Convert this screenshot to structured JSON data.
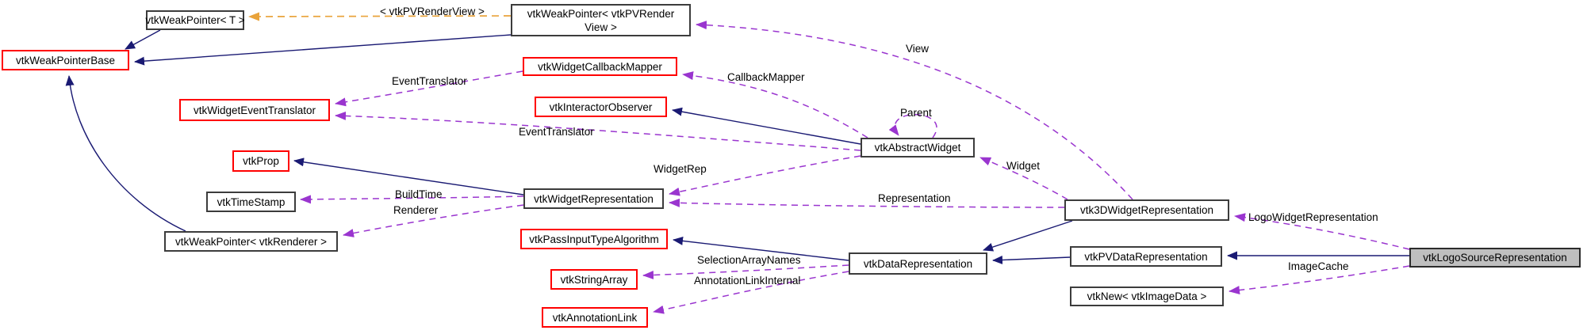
{
  "diagram": {
    "kind": "class collaboration diagram",
    "focus_class": "vtkLogoSourceRepresentation"
  },
  "colors": {
    "inheritance_edge": "#1a1a73",
    "usage_edge": "#9a35cf",
    "template_edge": "#e9a33b",
    "node_border": "#3c3c3c",
    "truncated_node_border": "#ff0000",
    "focus_node_background": "#bfbfbf",
    "node_background": "#ffffff",
    "label_text": "#000000"
  },
  "nodes": {
    "wpT": {
      "label": "vtkWeakPointer< T >"
    },
    "wpPVRV": {
      "line1": "vtkWeakPointer< vtkPVRender",
      "line2": "View >"
    },
    "wpBase": {
      "label": "vtkWeakPointerBase"
    },
    "wet": {
      "label": "vtkWidgetEventTranslator"
    },
    "wcm": {
      "label": "vtkWidgetCallbackMapper"
    },
    "io": {
      "label": "vtkInteractorObserver"
    },
    "prop": {
      "label": "vtkProp"
    },
    "ts": {
      "label": "vtkTimeStamp"
    },
    "wpRen": {
      "label": "vtkWeakPointer< vtkRenderer >"
    },
    "wrep": {
      "label": "vtkWidgetRepresentation"
    },
    "pita": {
      "label": "vtkPassInputTypeAlgorithm"
    },
    "sa": {
      "label": "vtkStringArray"
    },
    "al": {
      "label": "vtkAnnotationLink"
    },
    "aw": {
      "label": "vtkAbstractWidget"
    },
    "drep": {
      "label": "vtkDataRepresentation"
    },
    "w3d": {
      "label": "vtk3DWidgetRepresentation"
    },
    "pvdrep": {
      "label": "vtkPVDataRepresentation"
    },
    "vnew": {
      "label": "vtkNew< vtkImageData >"
    },
    "logo": {
      "label": "vtkLogoSourceRepresentation"
    }
  },
  "edge_labels": {
    "template_instance": "< vtkPVRenderView >",
    "view": "View",
    "callback_mapper": "CallbackMapper",
    "event_translator_1": "EventTranslator",
    "event_translator_2": "EventTranslator",
    "parent": "Parent",
    "widget": "Widget",
    "widget_rep": "WidgetRep",
    "representation": "Representation",
    "build_time": "BuildTime",
    "renderer": "Renderer",
    "selection_array_names": "SelectionArrayNames",
    "annotation_link_internal": "AnnotationLinkInternal",
    "logo_widget_representation": "LogoWidgetRepresentation",
    "image_cache": "ImageCache"
  },
  "edges": [
    {
      "from": "vtkWeakPointer< T >",
      "to": "vtkWeakPointerBase",
      "type": "inheritance"
    },
    {
      "from": "vtkWeakPointer< vtkPVRenderView >",
      "to": "vtkWeakPointerBase",
      "type": "inheritance"
    },
    {
      "from": "vtkWeakPointer< vtkRenderer >",
      "to": "vtkWeakPointerBase",
      "type": "inheritance"
    },
    {
      "from": "vtkWeakPointer< vtkPVRenderView >",
      "to": "vtkWeakPointer< T >",
      "type": "template-instance",
      "label": "< vtkPVRenderView >"
    },
    {
      "from": "vtkAbstractWidget",
      "to": "vtkInteractorObserver",
      "type": "inheritance"
    },
    {
      "from": "vtkWidgetRepresentation",
      "to": "vtkProp",
      "type": "inheritance"
    },
    {
      "from": "vtkDataRepresentation",
      "to": "vtkPassInputTypeAlgorithm",
      "type": "inheritance"
    },
    {
      "from": "vtk3DWidgetRepresentation",
      "to": "vtkDataRepresentation",
      "type": "inheritance"
    },
    {
      "from": "vtkPVDataRepresentation",
      "to": "vtkDataRepresentation",
      "type": "inheritance"
    },
    {
      "from": "vtkLogoSourceRepresentation",
      "to": "vtkPVDataRepresentation",
      "type": "inheritance"
    },
    {
      "from": "vtk3DWidgetRepresentation",
      "to": "vtkWeakPointer< vtkPVRenderView >",
      "type": "usage",
      "label": "View"
    },
    {
      "from": "vtkAbstractWidget",
      "to": "vtkWidgetCallbackMapper",
      "type": "usage",
      "label": "CallbackMapper"
    },
    {
      "from": "vtkWidgetCallbackMapper",
      "to": "vtkWidgetEventTranslator",
      "type": "usage",
      "label": "EventTranslator"
    },
    {
      "from": "vtkAbstractWidget",
      "to": "vtkWidgetEventTranslator",
      "type": "usage",
      "label": "EventTranslator"
    },
    {
      "from": "vtkAbstractWidget",
      "to": "vtkAbstractWidget",
      "type": "usage",
      "label": "Parent"
    },
    {
      "from": "vtk3DWidgetRepresentation",
      "to": "vtkAbstractWidget",
      "type": "usage",
      "label": "Widget"
    },
    {
      "from": "vtkAbstractWidget",
      "to": "vtkWidgetRepresentation",
      "type": "usage",
      "label": "WidgetRep"
    },
    {
      "from": "vtk3DWidgetRepresentation",
      "to": "vtkWidgetRepresentation",
      "type": "usage",
      "label": "Representation"
    },
    {
      "from": "vtkWidgetRepresentation",
      "to": "vtkTimeStamp",
      "type": "usage",
      "label": "BuildTime"
    },
    {
      "from": "vtkWidgetRepresentation",
      "to": "vtkWeakPointer< vtkRenderer >",
      "type": "usage",
      "label": "Renderer"
    },
    {
      "from": "vtkDataRepresentation",
      "to": "vtkStringArray",
      "type": "usage",
      "label": "SelectionArrayNames"
    },
    {
      "from": "vtkDataRepresentation",
      "to": "vtkAnnotationLink",
      "type": "usage",
      "label": "AnnotationLinkInternal"
    },
    {
      "from": "vtkLogoSourceRepresentation",
      "to": "vtk3DWidgetRepresentation",
      "type": "usage",
      "label": "LogoWidgetRepresentation"
    },
    {
      "from": "vtkLogoSourceRepresentation",
      "to": "vtkNew< vtkImageData >",
      "type": "usage",
      "label": "ImageCache"
    }
  ]
}
